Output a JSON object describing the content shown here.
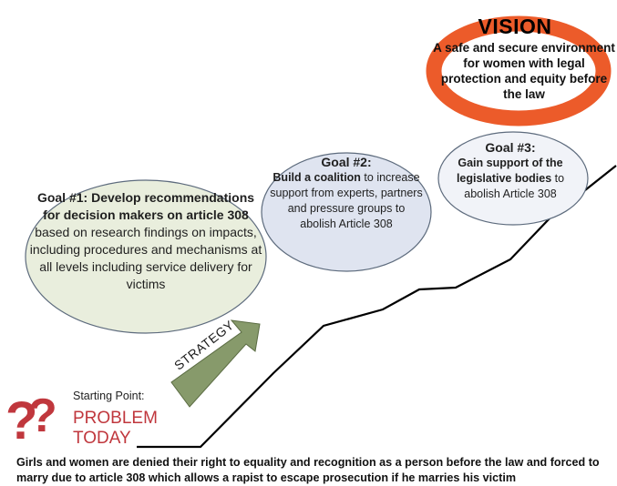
{
  "vision": {
    "title": "VISION",
    "text": "A safe and secure environment for women with legal protection and equity before the law"
  },
  "goal1": {
    "title": "Goal #1:",
    "bold_lead": "Develop recommendations for decision makers on article 308",
    "rest": " based on research findings on impacts, including procedures and mechanisms at all levels including service delivery for victims"
  },
  "goal2": {
    "title": "Goal #2:",
    "bold_lead": "Build a coalition",
    "rest": " to increase support from experts, partners and pressure groups to abolish Article 308"
  },
  "goal3": {
    "title": "Goal #3:",
    "bold_lead": "Gain support of the legislative bodies",
    "rest": " to abolish Article 308"
  },
  "strategy_label": "STRATEGY",
  "start": {
    "label": "Starting Point:",
    "problem_line1": "PROBLEM",
    "problem_line2": "TODAY"
  },
  "bottom_text": "Girls and women are denied their right to equality and recognition as a person before the law and forced to marry due to article 308 which allows a rapist to escape prosecution if he marries his victim",
  "colors": {
    "vision_ring": "#ec5b2a",
    "goal1_fill": "#e9eedd",
    "goal2_fill": "#dfe4f0",
    "goal3_fill": "#f1f3f8",
    "arrow_fill": "#879a6b",
    "problem_red": "#c0373d",
    "line": "#000000"
  }
}
